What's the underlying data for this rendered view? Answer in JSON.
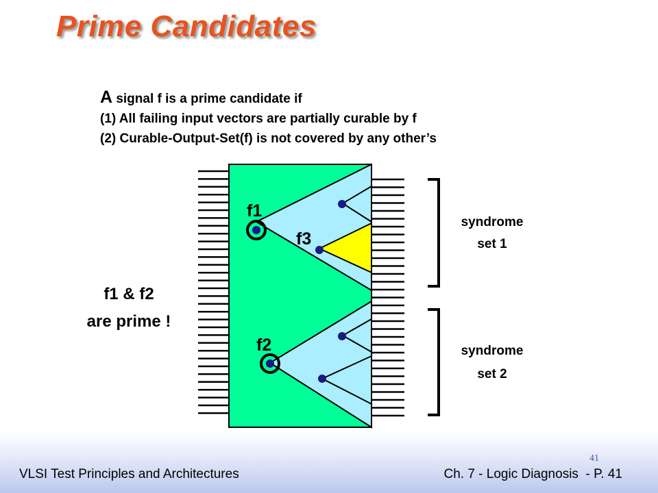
{
  "title": "Prime Candidates",
  "definition": {
    "lead_letter": "A",
    "lead_rest": " signal f is a prime candidate if",
    "cond1": "(1) All failing input vectors are partially curable by f",
    "cond2": "(2) Curable-Output-Set(f) is not covered by any other’s"
  },
  "diagram": {
    "label_f1": "f1",
    "label_f2": "f2",
    "label_f3": "f3",
    "conclusion_line1": "f1 & f2",
    "conclusion_line2": "are prime !",
    "syndrome1_line1": "syndrome",
    "syndrome1_line2": "set 1",
    "syndrome2_line1": "syndrome",
    "syndrome2_line2": "set 2",
    "colors": {
      "circuit": "#00ff99",
      "cone": "#aaeeff",
      "highlight_cone": "#ffff00",
      "node": "#1a1a80"
    }
  },
  "footer": {
    "left": "VLSI Test Principles and Architectures",
    "right": "Ch. 7 - Logic Diagnosis  - P. 41",
    "page_number": "41"
  }
}
